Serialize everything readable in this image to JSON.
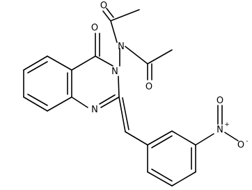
{
  "molecule": {
    "atoms": {
      "o_carbonyl_ring": "O",
      "n_ring_3": "N",
      "n_ring_1": "N",
      "n_imide": "N",
      "o_acetyl_top": "O",
      "o_acetyl_bottom": "O",
      "n_nitro": "N",
      "n_nitro_charge": "+",
      "o_nitro_top": "O",
      "o_nitro_right": "O",
      "o_nitro_charge": "-"
    }
  }
}
